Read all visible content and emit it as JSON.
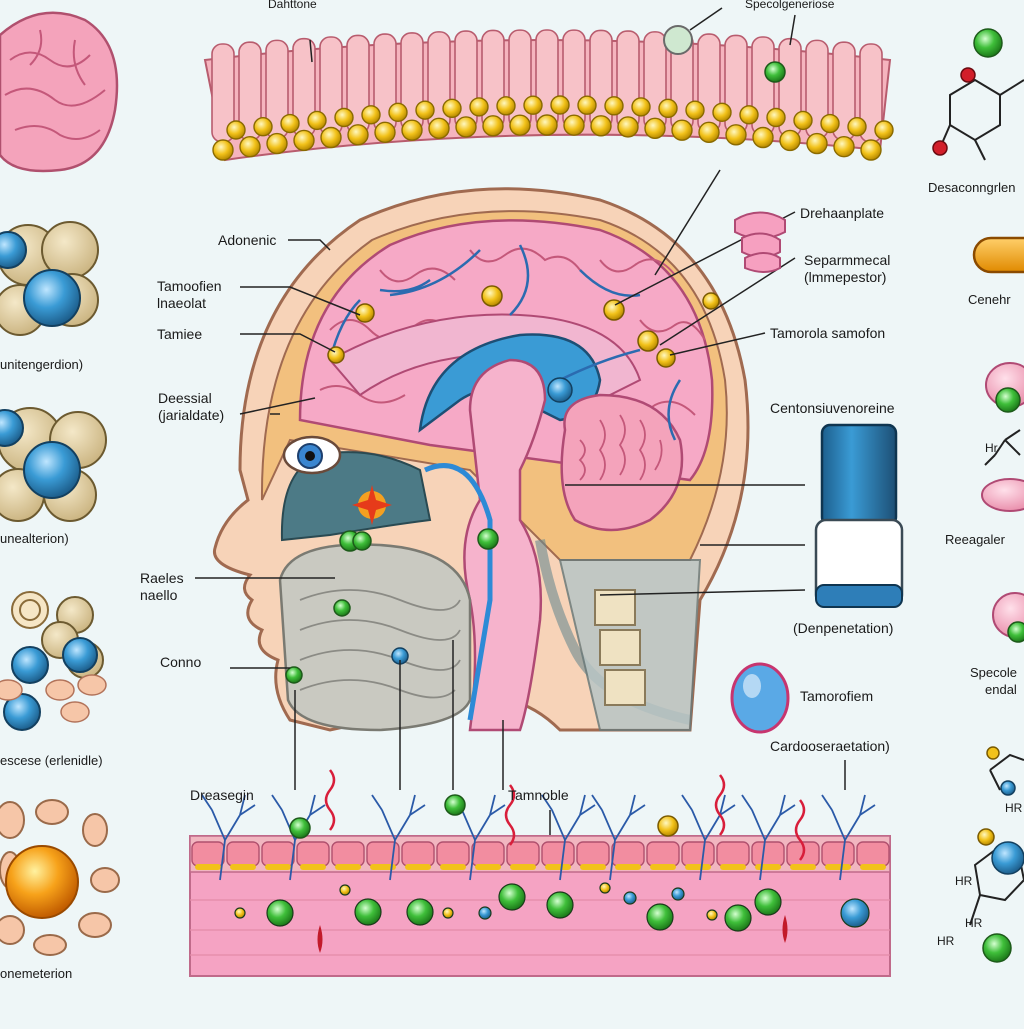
{
  "labels": {
    "top_membrane": "Dahttone",
    "top_right_header": "Specolgeneriose",
    "adonenic": "Adonenic",
    "tamoofen_line1": "Tamoofien",
    "tamoofen_line2": "lnaeolat",
    "tamiee": "Tamiee",
    "doessial_line1": "Deessial",
    "doessial_line2": "(jarialdate)",
    "raeles_line1": "Raeles",
    "raeles_line2": "naello",
    "conno": "Conno",
    "drehanplate": "Drehaanplate",
    "separmmecal_line1": "Separmmecal",
    "separmmecal_line2": "(lmmepestor)",
    "tamorola": "Tamorola samofon",
    "centonsiuvenoreine": "Centonsiuvenoreine",
    "dernpenetation": "(Denpenetation)",
    "tamorofiam": "Tamorofiem",
    "cardooseration": "Cardooseraetation)",
    "dreasegin": "Dreasegin",
    "tamnoble": "Tamnoble",
    "left_cluster_1": "unitengerdion)",
    "left_cluster_2": "unealterion)",
    "left_cluster_3": "escese (erlenidle)",
    "left_cluster_4": "onemeterion",
    "right_desaconngrlen": "Desaconngrlen",
    "right_cenehr": "Cenehr",
    "right_reeagaler": "Reeagaler",
    "right_specole_line1": "Specole",
    "right_specole_line2": "endal",
    "right_hr_1": "Hr",
    "right_hr_2": "HR",
    "right_hr_3": "HR",
    "right_hr_4": "HR",
    "right_hr_5": "HR"
  },
  "colors": {
    "background": "#eef6f7",
    "brain_pink": "#f6a9c6",
    "membrane_pink": "#f5b4be",
    "vesicle_yellow": "#f2c21a",
    "receptor_blue": "#3a9bd5",
    "ligand_green": "#3fbf3a",
    "skin": "#f7d3b8",
    "capsule_orange": "#f39c12"
  },
  "icons": [
    "brain-icon",
    "capsule-icon",
    "dropper-bottle-icon",
    "pill-icon",
    "molecule-icon",
    "neuron-icon"
  ]
}
